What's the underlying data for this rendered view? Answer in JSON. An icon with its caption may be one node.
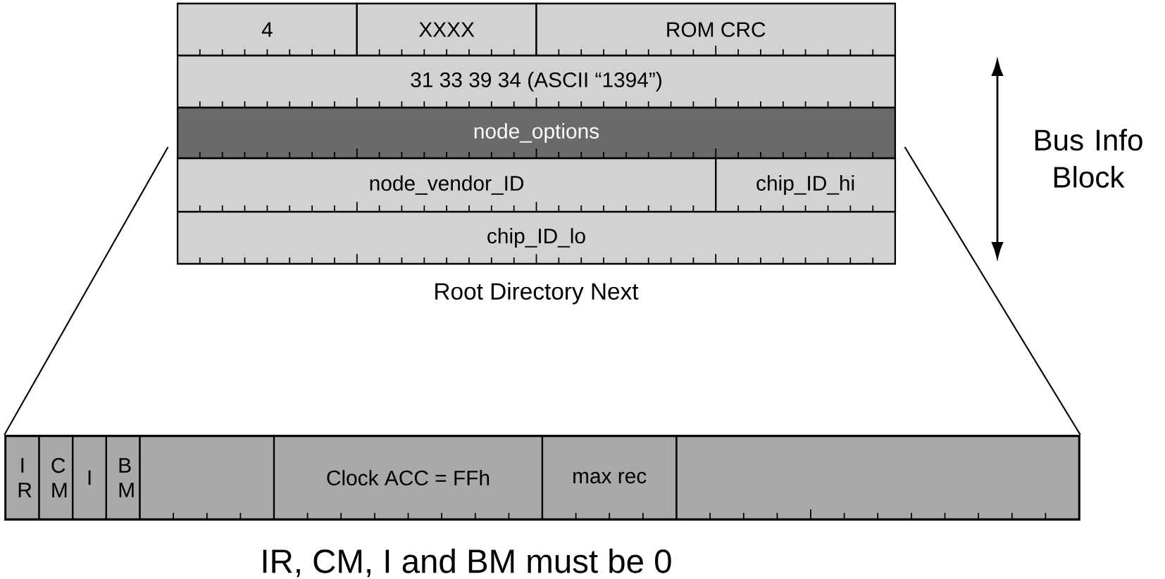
{
  "diagram": {
    "nodes": [
      {
        "text": [
          "4"
        ]
      },
      {
        "text": [
          "XXXX"
        ]
      },
      {
        "text": [
          "ROM CRC"
        ]
      },
      {
        "text": [
          "31 33 39 34 (ASCII “1394”)"
        ]
      },
      {
        "text": [
          "node_options"
        ]
      },
      {
        "text": [
          "node_vendor_ID"
        ]
      },
      {
        "text": [
          "chip_ID_hi"
        ]
      },
      {
        "text": [
          "chip_ID_lo"
        ]
      },
      {
        "text": [],
        "shape": "bar"
      },
      {
        "text": [
          "I R"
        ],
        "in": 8
      },
      {
        "text": [
          "C M"
        ],
        "in": 8
      },
      {
        "text": [
          "I"
        ],
        "in": 8
      },
      {
        "text": [
          "B M"
        ],
        "in": 8
      },
      {
        "text": [],
        "shape": "box",
        "in": 8
      },
      {
        "text": [
          "Clock ACC = FFh"
        ],
        "in": 8
      },
      {
        "text": [
          "max rec"
        ],
        "in": 8
      },
      {
        "text": [],
        "shape": "box",
        "in": 8
      }
    ],
    "edges": [
      {
        "from": 4,
        "to": 8,
        "arrow": "none"
      },
      {
        "from": 4,
        "to": 8,
        "arrow": "none"
      }
    ],
    "labels": [
      "Root Directory Next",
      "Bus Info Block",
      "IR, CM, I and BM must be 0"
    ]
  }
}
